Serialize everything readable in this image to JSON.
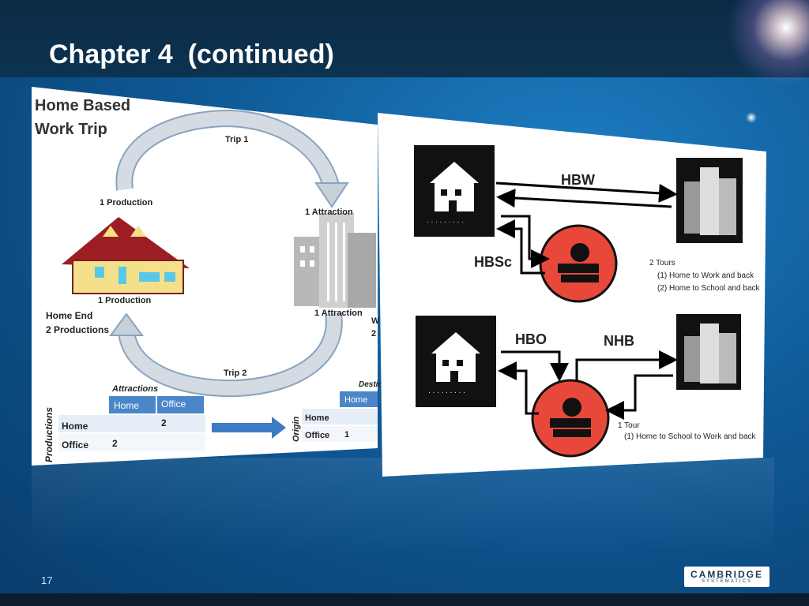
{
  "slide": {
    "title": "Chapter 4  (continued)",
    "page_number": "17",
    "logo_main": "CAMBRIDGE",
    "logo_sub": "SYSTEMATICS"
  },
  "left_panel": {
    "heading_line1": "Home Based",
    "heading_line2": "Work Trip",
    "trip1": "Trip 1",
    "trip2": "Trip 2",
    "production_top": "1 Production",
    "production_bottom": "1 Production",
    "attraction_top": "1 Attraction",
    "attraction_bottom": "1 Attraction",
    "home_end_line1": "Home End",
    "home_end_line2": "2 Productions",
    "cut_w": "W",
    "cut_2": "2",
    "table1": {
      "title": "Attractions",
      "side_label": "Productions",
      "headers": [
        "Home",
        "Office"
      ],
      "rows": [
        {
          "label": "Home",
          "values": [
            "",
            "2"
          ]
        },
        {
          "label": "Office",
          "values": [
            "2",
            ""
          ]
        }
      ]
    },
    "table2": {
      "title": "Destin",
      "side_label": "Origin",
      "headers": [
        "Home"
      ],
      "rows": [
        {
          "label": "Home",
          "values": [
            ""
          ]
        },
        {
          "label": "Office",
          "values": [
            "1"
          ]
        }
      ]
    }
  },
  "right_panel": {
    "hbw": "HBW",
    "hbsc": "HBSc",
    "hbo": "HBO",
    "nhb": "NHB",
    "tours_top": [
      "2 Tours",
      "(1) Home to Work and back",
      "(2) Home to School and back"
    ],
    "tours_bottom": [
      "1 Tour",
      "(1) Home to School to Work and back"
    ]
  },
  "colors": {
    "accent_red": "#e8483a",
    "table_header": "#4a86c8",
    "arrow_blue": "#3d7cc4"
  }
}
